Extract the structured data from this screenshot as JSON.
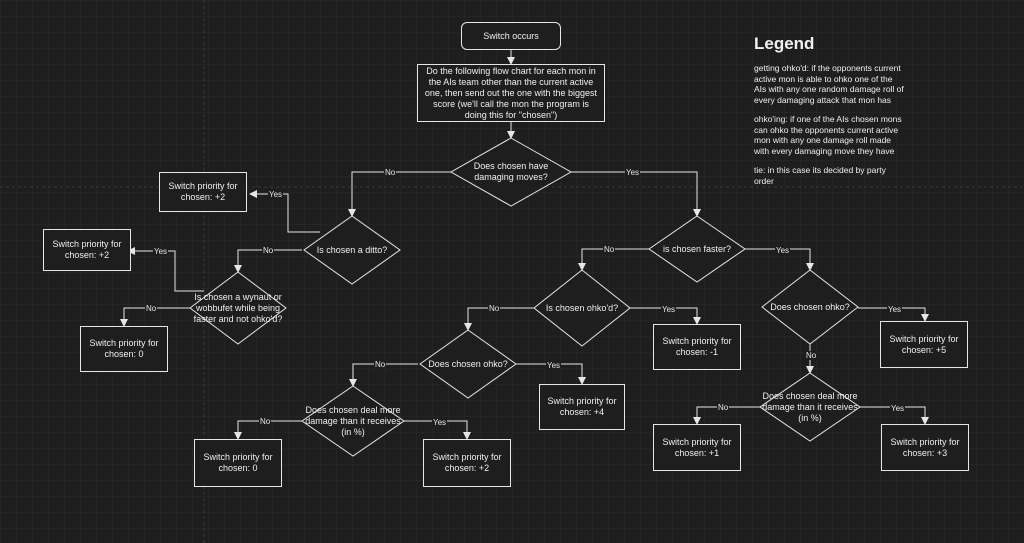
{
  "nodes": {
    "start": "Switch occurs",
    "instruction": "Do the following flow chart for each mon in the AIs team other than the current active one, then send out the one with the biggest score (we'll call the mon the program is doing this for \"chosen\")",
    "d_damaging": "Does chosen have damaging moves?",
    "d_ditto": "Is chosen a ditto?",
    "d_wynaut": "Is chosen a wynaut or wobbufet while being faster and not ohko'd?",
    "d_faster": "is chosen faster?",
    "d_ohkod": "Is chosen ohko'd?",
    "d_ohko_left": "Does chosen ohko?",
    "d_dmg_left": "Does chosen deal more damage than it receives (in %)",
    "d_ohko_right": "Does chosen ohko?",
    "d_dmg_right": "Does chosen deal more damage than it receives (in %)",
    "r_plus2_a": "Switch priority for chosen: +2",
    "r_plus2_b": "Switch priority for chosen: +2",
    "r_zero_a": "Switch priority for chosen: 0",
    "r_minus1": "Switch priority for chosen: -1",
    "r_plus4": "Switch priority for chosen: +4",
    "r_zero_b": "Switch priority for chosen: 0",
    "r_plus2_c": "Switch priority for chosen: +2",
    "r_plus5": "Switch priority for chosen: +5",
    "r_plus1": "Switch priority for chosen: +1",
    "r_plus3": "Switch priority for chosen: +3"
  },
  "edge_labels": {
    "yes": "Yes",
    "no": "No"
  },
  "legend": {
    "title": "Legend",
    "entries": [
      "getting ohko'd: if the opponents current active mon is able to ohko one of the AIs with any one random damage roll of every damaging attack that mon has",
      "ohko'ing: if one of the AIs chosen mons can ohko the opponents current active mon with any one damage roll made with every damaging move they have",
      "tie: in this case its decided by party order"
    ]
  }
}
